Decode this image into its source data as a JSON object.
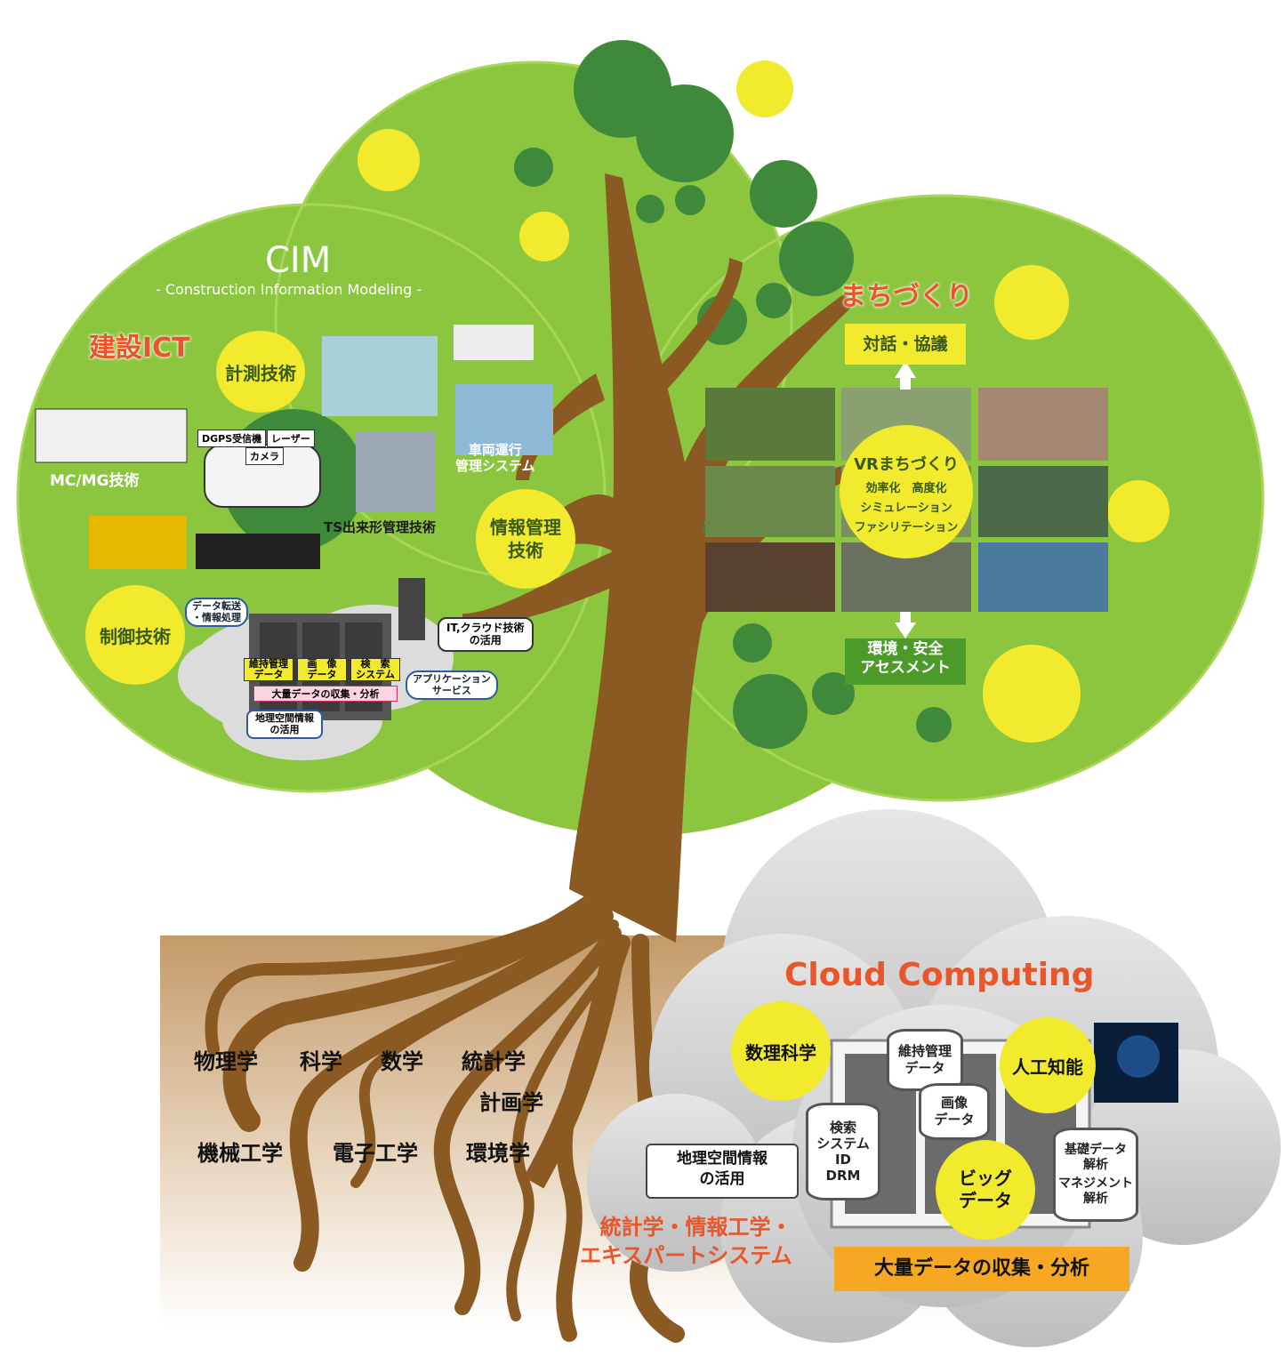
{
  "cim": {
    "title": "CIM",
    "subtitle": "- Construction Information Modeling -"
  },
  "kensetsu_ict": {
    "heading": "建設ICT",
    "mc_mg": "MC/MG技術",
    "keisoku": "計測技術",
    "seigyo": "制御技術",
    "joho_kanri": "情報管理\n技術",
    "ts": "TS出来形管理技術",
    "sharyo": "車両運行\n管理システム",
    "dgps": "DGPS受信機",
    "laser": "レーザー",
    "camera": "カメラ",
    "data_tensou": "データ転送\n・情報処理",
    "it_cloud": "IT,クラウド技術\nの活用",
    "iji_kanri": "維持管理\nデータ",
    "gazou": "画　像\nデータ",
    "kensaku": "検　索\nシステム",
    "tairyo": "大量データの収集・分析",
    "app": "アプリケーション\nサービス",
    "chiri": "地理空間情報\nの活用"
  },
  "machizukuri": {
    "heading": "まちづくり",
    "taiwa": "対話・協議",
    "vr_title": "VRまちづくり",
    "vr_line1": "効率化　高度化",
    "vr_line2": "シミュレーション",
    "vr_line3": "ファシリテーション",
    "kankyo": "環境・安全\nアセスメント"
  },
  "roots": {
    "row1": [
      "物理学",
      "科学",
      "数学",
      "統計学"
    ],
    "row1b": "計画学",
    "row2": [
      "機械工学",
      "電子工学",
      "環境学"
    ],
    "orange": "統計学・情報工学・\nエキスパートシステム"
  },
  "cloud": {
    "heading": "Cloud Computing",
    "suri": "数理科学",
    "jinko": "人工知能",
    "iji": "維持管理\nデータ",
    "gazou": "画像\nデータ",
    "kensaku": "検索\nシステム\nID\nDRM",
    "chiri": "地理空間情報\nの活用",
    "big": "ビッグ\nデータ",
    "kiso": "基礎データ\n解析",
    "manage": "マネジメント\n解析",
    "tairyo": "大量データの収集・分析"
  },
  "colors": {
    "canopy_light": "#8cc63f",
    "canopy_dark": "#3f8a3a",
    "bubble_yellow": "#f2ea2c",
    "trunk": "#8a5a22",
    "ground": "#c9a175",
    "orange_text": "#e8562a",
    "cloud_gray": "#cfcfcf",
    "banner_orange": "#f7a823"
  }
}
